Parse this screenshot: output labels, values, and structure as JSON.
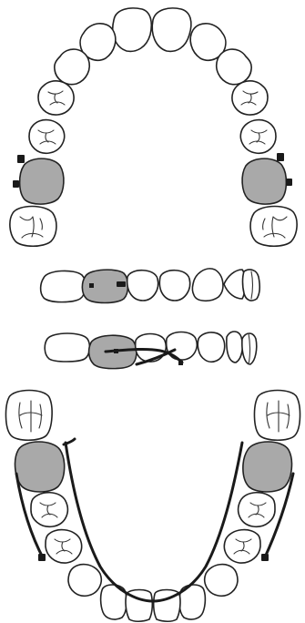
{
  "figure": {
    "kind": "dental-arch-diagram",
    "views": [
      "upper-arch",
      "side-view-upper",
      "side-view-lower",
      "lower-arch"
    ],
    "colors": {
      "background": "#ffffff",
      "outline": "#222222",
      "highlight": "#a9a9a9",
      "clasp": "#1a1a1a"
    }
  }
}
